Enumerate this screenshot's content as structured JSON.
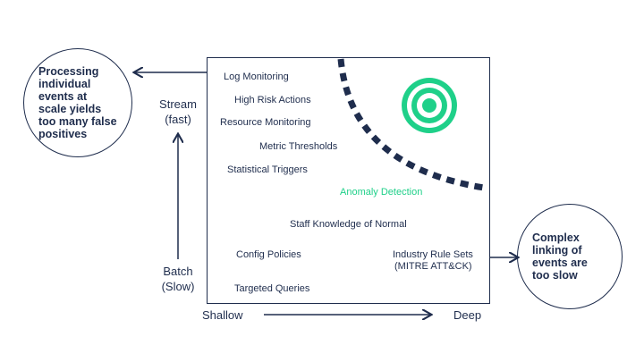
{
  "left_circle": {
    "text": "Processing individual events at scale yields too many false positives"
  },
  "right_circle": {
    "text": "Complex linking of events are too slow"
  },
  "vertical_axis": {
    "top": "Stream\n(fast)",
    "bottom": "Batch\n(Slow)"
  },
  "horizontal_axis": {
    "left": "Shallow",
    "right": "Deep"
  },
  "items": {
    "log_monitoring": "Log Monitoring",
    "high_risk_actions": "High Risk Actions",
    "resource_monitoring": "Resource Monitoring",
    "metric_thresholds": "Metric Thresholds",
    "statistical_triggers": "Statistical Triggers",
    "anomaly_detection": "Anomaly Detection",
    "staff_knowledge": "Staff Knowledge of Normal",
    "config_policies": "Config Policies",
    "industry_rule_sets": "Industry Rule Sets",
    "industry_rule_sets_sub": "(MITRE ATT&CK)",
    "targeted_queries": "Targeted Queries"
  },
  "colors": {
    "navy": "#1f2d4d",
    "green": "#1fd089"
  },
  "icons": {
    "target": "target-icon"
  }
}
